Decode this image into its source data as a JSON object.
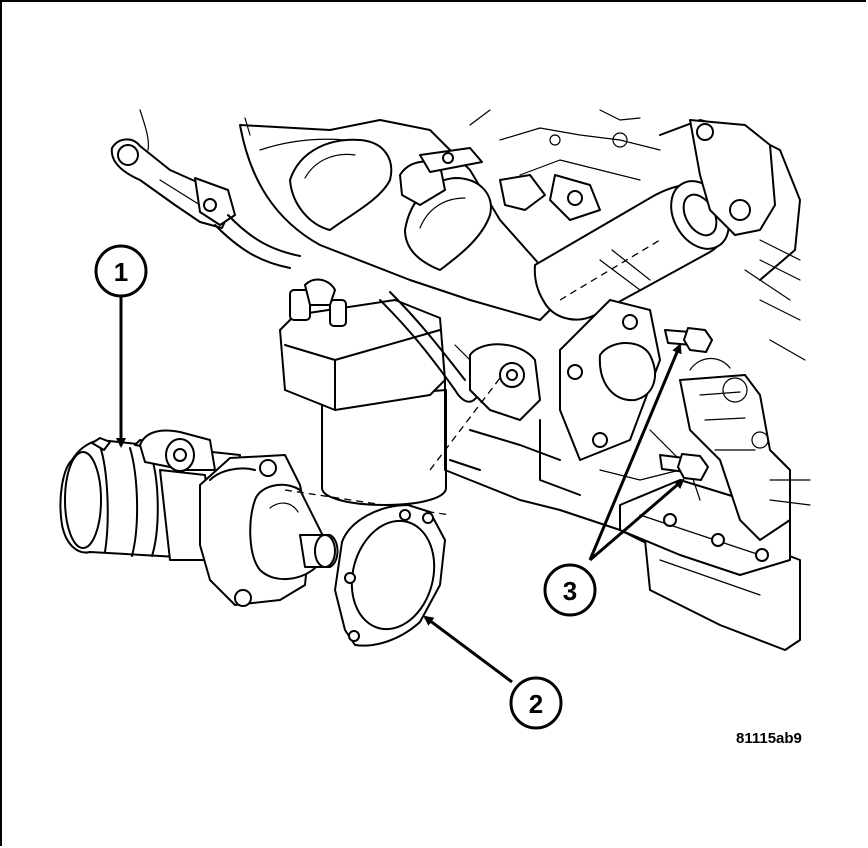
{
  "figure_id": "81115ab9",
  "callouts": [
    {
      "number": "1"
    },
    {
      "number": "2"
    },
    {
      "number": "3"
    }
  ],
  "colors": {
    "line": "#000000",
    "background": "#ffffff"
  }
}
